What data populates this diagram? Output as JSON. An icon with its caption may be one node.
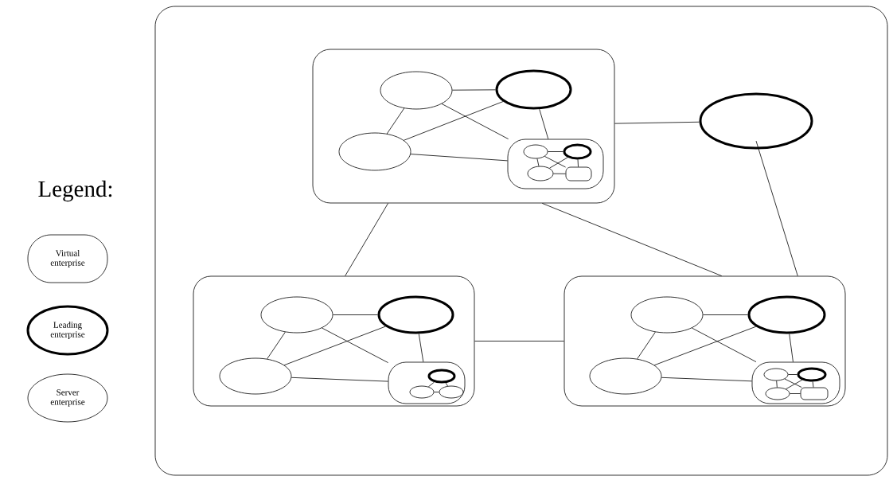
{
  "diagram": {
    "nodes": [
      {
        "text": [],
        "shape": "box"
      },
      {
        "text": [],
        "shape": "box",
        "in": 0
      },
      {
        "text": [],
        "shape": "box",
        "in": 0
      },
      {
        "text": [],
        "shape": "box",
        "in": 0
      },
      {
        "text": [],
        "shape": "thick-ellipse",
        "in": 0
      },
      {
        "text": [],
        "shape": "ellipse",
        "in": 1
      },
      {
        "text": [],
        "shape": "thick-ellipse",
        "in": 1
      },
      {
        "text": [],
        "shape": "ellipse",
        "in": 1
      },
      {
        "text": [],
        "shape": "box",
        "in": 1
      },
      {
        "text": [],
        "shape": "ellipse",
        "in": 8
      },
      {
        "text": [],
        "shape": "thick-ellipse",
        "in": 8
      },
      {
        "text": [],
        "shape": "ellipse",
        "in": 8
      },
      {
        "text": [],
        "shape": "box",
        "in": 8
      },
      {
        "text": [],
        "shape": "ellipse",
        "in": 2
      },
      {
        "text": [],
        "shape": "thick-ellipse",
        "in": 2
      },
      {
        "text": [],
        "shape": "ellipse",
        "in": 2
      },
      {
        "text": [],
        "shape": "box",
        "in": 2
      },
      {
        "text": [],
        "shape": "thick-ellipse",
        "in": 16
      },
      {
        "text": [],
        "shape": "ellipse",
        "in": 16
      },
      {
        "text": [],
        "shape": "ellipse",
        "in": 16
      },
      {
        "text": [],
        "shape": "ellipse",
        "in": 3
      },
      {
        "text": [],
        "shape": "thick-ellipse",
        "in": 3
      },
      {
        "text": [],
        "shape": "ellipse",
        "in": 3
      },
      {
        "text": [],
        "shape": "box",
        "in": 3
      },
      {
        "text": [],
        "shape": "ellipse",
        "in": 23
      },
      {
        "text": [],
        "shape": "thick-ellipse",
        "in": 23
      },
      {
        "text": [],
        "shape": "ellipse",
        "in": 23
      },
      {
        "text": [],
        "shape": "box",
        "in": 23
      }
    ],
    "edges": [
      {
        "from": 1,
        "to": 4,
        "arrow": "none"
      },
      {
        "from": 1,
        "to": 2,
        "arrow": "none"
      },
      {
        "from": 1,
        "to": 3,
        "arrow": "none"
      },
      {
        "from": 2,
        "to": 3,
        "arrow": "none"
      },
      {
        "from": 4,
        "to": 3,
        "arrow": "none"
      },
      {
        "from": 5,
        "to": 6,
        "arrow": "none"
      },
      {
        "from": 5,
        "to": 7,
        "arrow": "none"
      },
      {
        "from": 5,
        "to": 8,
        "arrow": "none"
      },
      {
        "from": 6,
        "to": 7,
        "arrow": "none"
      },
      {
        "from": 6,
        "to": 8,
        "arrow": "none"
      },
      {
        "from": 7,
        "to": 8,
        "arrow": "none"
      },
      {
        "from": 9,
        "to": 10,
        "arrow": "none"
      },
      {
        "from": 9,
        "to": 11,
        "arrow": "none"
      },
      {
        "from": 9,
        "to": 12,
        "arrow": "none"
      },
      {
        "from": 10,
        "to": 11,
        "arrow": "none"
      },
      {
        "from": 10,
        "to": 12,
        "arrow": "none"
      },
      {
        "from": 11,
        "to": 12,
        "arrow": "none"
      },
      {
        "from": 13,
        "to": 14,
        "arrow": "none"
      },
      {
        "from": 13,
        "to": 15,
        "arrow": "none"
      },
      {
        "from": 13,
        "to": 16,
        "arrow": "none"
      },
      {
        "from": 14,
        "to": 15,
        "arrow": "none"
      },
      {
        "from": 14,
        "to": 16,
        "arrow": "none"
      },
      {
        "from": 15,
        "to": 16,
        "arrow": "none"
      },
      {
        "from": 17,
        "to": 18,
        "arrow": "none"
      },
      {
        "from": 17,
        "to": 19,
        "arrow": "none"
      },
      {
        "from": 18,
        "to": 19,
        "arrow": "none"
      },
      {
        "from": 20,
        "to": 21,
        "arrow": "none"
      },
      {
        "from": 20,
        "to": 22,
        "arrow": "none"
      },
      {
        "from": 20,
        "to": 23,
        "arrow": "none"
      },
      {
        "from": 21,
        "to": 22,
        "arrow": "none"
      },
      {
        "from": 21,
        "to": 23,
        "arrow": "none"
      },
      {
        "from": 22,
        "to": 23,
        "arrow": "none"
      },
      {
        "from": 24,
        "to": 25,
        "arrow": "none"
      },
      {
        "from": 24,
        "to": 26,
        "arrow": "none"
      },
      {
        "from": 24,
        "to": 27,
        "arrow": "none"
      },
      {
        "from": 25,
        "to": 26,
        "arrow": "none"
      },
      {
        "from": 25,
        "to": 27,
        "arrow": "none"
      },
      {
        "from": 26,
        "to": 27,
        "arrow": "none"
      }
    ],
    "labels": [
      "Legend:"
    ],
    "legend": [
      {
        "text": "Virtual enterprise"
      },
      {
        "text": "Leading enterprise"
      },
      {
        "text": "Server enterprise"
      }
    ]
  }
}
